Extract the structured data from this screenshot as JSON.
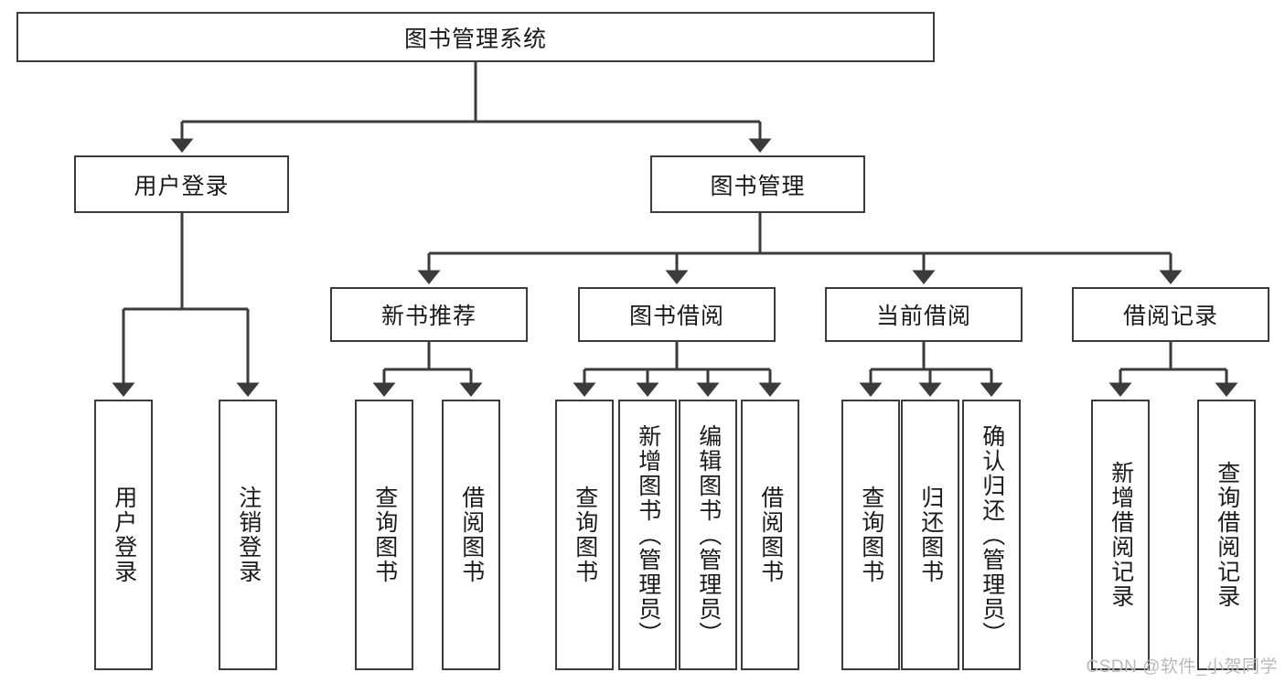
{
  "diagram": {
    "title": "图书管理系统",
    "type": "hierarchy-tree",
    "root": {
      "label": "图书管理系统"
    },
    "level2": [
      {
        "id": "user-login",
        "label": "用户登录"
      },
      {
        "id": "book-management",
        "label": "图书管理"
      }
    ],
    "level3": [
      {
        "id": "new-book-recommend",
        "label": "新书推荐",
        "parent": "book-management"
      },
      {
        "id": "book-borrow",
        "label": "图书借阅",
        "parent": "book-management"
      },
      {
        "id": "current-borrow",
        "label": "当前借阅",
        "parent": "book-management"
      },
      {
        "id": "borrow-record",
        "label": "借阅记录",
        "parent": "book-management"
      }
    ],
    "leaves": [
      {
        "id": "leaf-user-login",
        "label": "用户登录",
        "parent": "user-login"
      },
      {
        "id": "leaf-logout",
        "label": "注销登录",
        "parent": "user-login"
      },
      {
        "id": "leaf-query-book-1",
        "label": "查询图书",
        "parent": "new-book-recommend"
      },
      {
        "id": "leaf-borrow-book-1",
        "label": "借阅图书",
        "parent": "new-book-recommend"
      },
      {
        "id": "leaf-query-book-2",
        "label": "查询图书",
        "parent": "book-borrow"
      },
      {
        "id": "leaf-add-book",
        "label": "新增图书（管理员）",
        "parent": "book-borrow"
      },
      {
        "id": "leaf-edit-book",
        "label": "编辑图书（管理员）",
        "parent": "book-borrow"
      },
      {
        "id": "leaf-borrow-book-2",
        "label": "借阅图书",
        "parent": "book-borrow"
      },
      {
        "id": "leaf-query-book-3",
        "label": "查询图书",
        "parent": "current-borrow"
      },
      {
        "id": "leaf-return-book",
        "label": "归还图书",
        "parent": "current-borrow"
      },
      {
        "id": "leaf-confirm-return",
        "label": "确认归还（管理员）",
        "parent": "current-borrow"
      },
      {
        "id": "leaf-add-record",
        "label": "新增借阅记录",
        "parent": "borrow-record"
      },
      {
        "id": "leaf-query-record",
        "label": "查询借阅记录",
        "parent": "borrow-record"
      }
    ],
    "watermark": "CSDN @软件_小贺同学",
    "colors": {
      "stroke": "#3b3b3b",
      "background": "#ffffff",
      "text": "#1a1a1a",
      "watermark": "#b9b9b9"
    }
  }
}
